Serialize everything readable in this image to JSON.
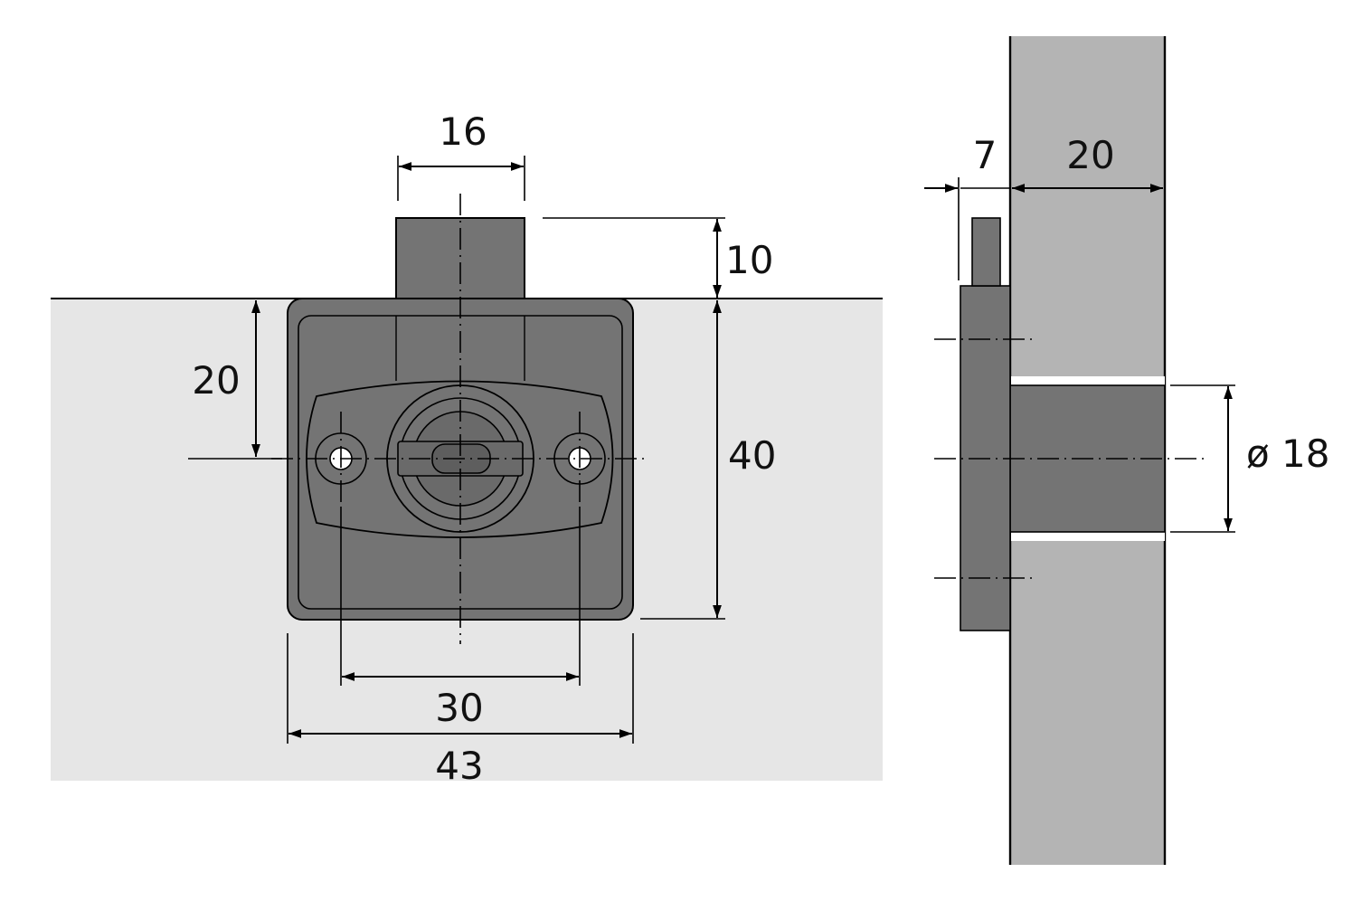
{
  "front_view": {
    "dimensions": {
      "bolt_width": "16",
      "bolt_height": "10",
      "center_height": "20",
      "body_height": "40",
      "hole_spacing": "30",
      "body_width": "43"
    }
  },
  "side_view": {
    "dimensions": {
      "flange_thickness": "7",
      "panel_thickness": "20",
      "cylinder_diameter": "ø 18"
    }
  },
  "colors": {
    "panel_front": "#e6e6e6",
    "panel_side": "#b4b4b4",
    "lock_body": "#747474",
    "background": "#ffffff"
  }
}
